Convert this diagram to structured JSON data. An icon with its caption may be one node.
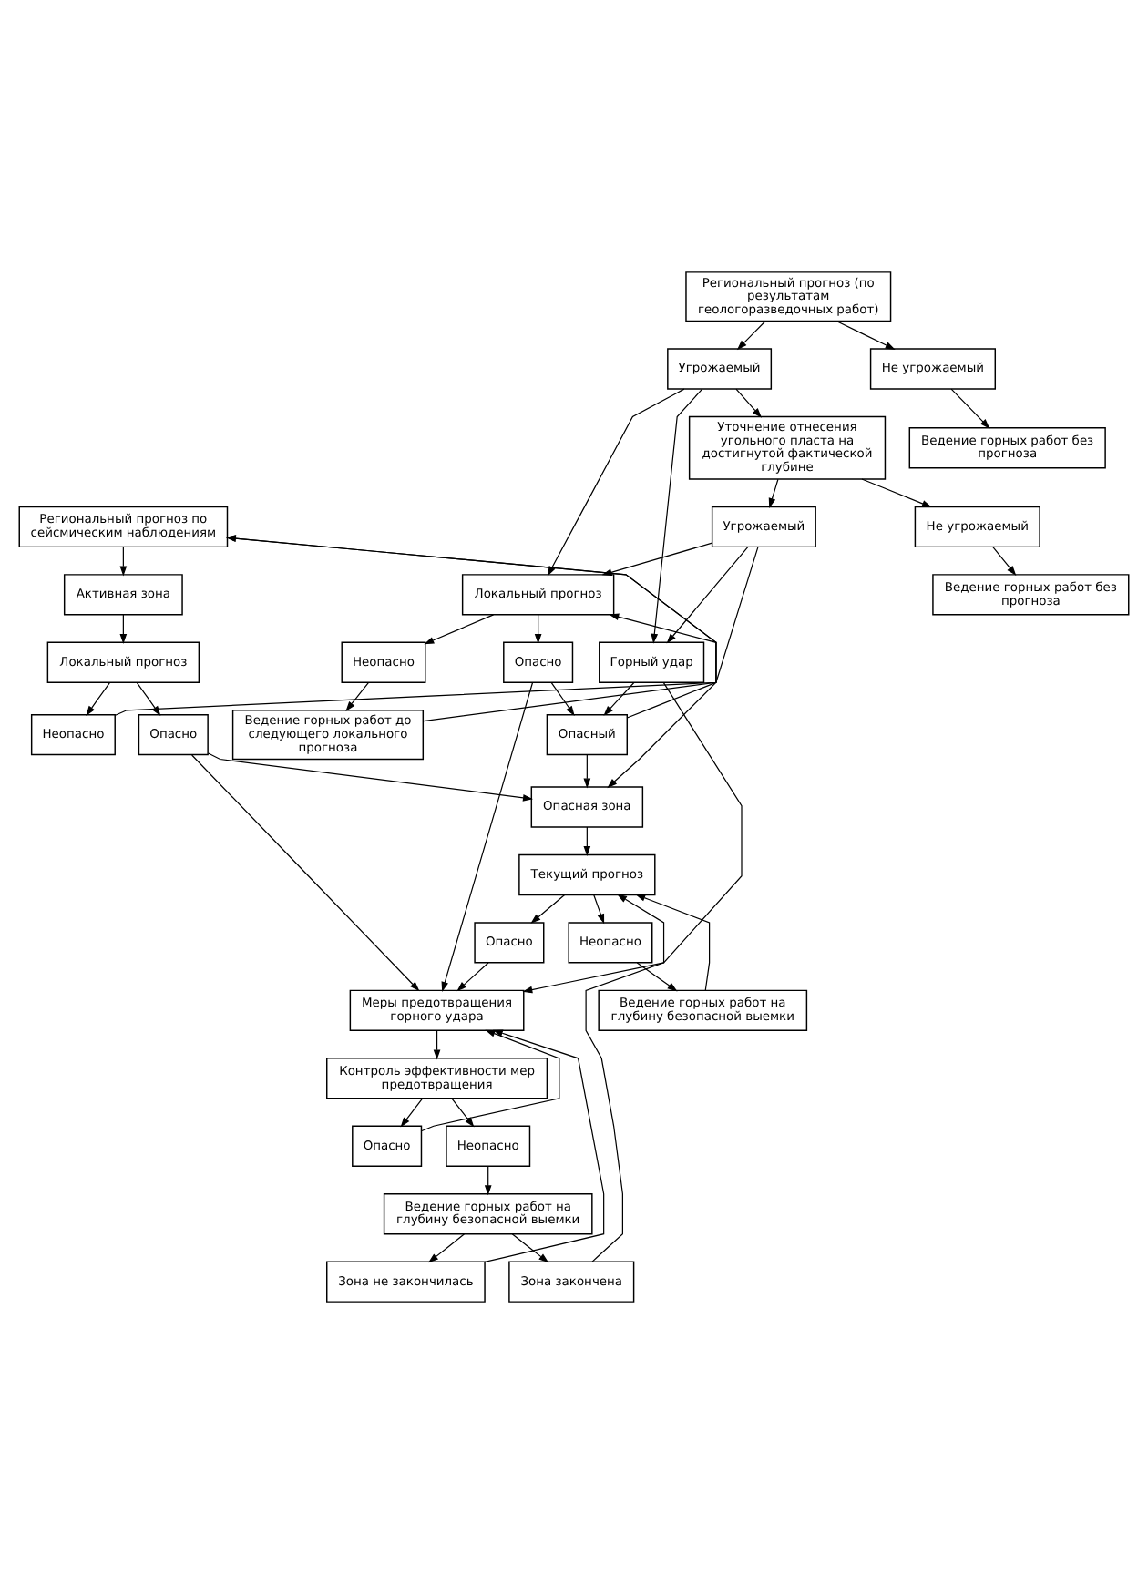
{
  "diagram": {
    "nodes": [
      {
        "text": [
          "Региональный прогноз (по результатам геологоразведочных работ)"
        ]
      },
      {
        "text": [
          "Угрожаемый"
        ]
      },
      {
        "text": [
          "Уточнение отнесения угольного пласта на достигнутой фактической глубине"
        ]
      },
      {
        "text": [
          "Не угрожаемый"
        ]
      },
      {
        "text": [
          "Ведение горных работ без прогноза"
        ]
      },
      {
        "text": [
          "Угрожаемый"
        ]
      },
      {
        "text": [
          "Не угрожаемый"
        ]
      },
      {
        "text": [
          "Горный удар"
        ]
      },
      {
        "text": [
          "Локальный прогноз"
        ]
      },
      {
        "text": [
          "Ведение горных работ без прогноза"
        ]
      },
      {
        "text": [
          "Опасно"
        ]
      },
      {
        "text": [
          "Неопасно"
        ]
      },
      {
        "text": [
          "Региональный прогноз по сейсмическим наблюдениям"
        ]
      },
      {
        "text": [
          "Опасный"
        ]
      },
      {
        "text": [
          "Ведение горных работ до следующего локального прогноза"
        ]
      },
      {
        "text": [
          "Активная зона"
        ]
      },
      {
        "text": [
          "Локальный прогноз"
        ]
      },
      {
        "text": [
          "Опасно"
        ]
      },
      {
        "text": [
          "Неопасно"
        ]
      },
      {
        "text": [
          "Опасная зона"
        ]
      },
      {
        "text": [
          "Текущий прогноз"
        ]
      },
      {
        "text": [
          "Опасно"
        ]
      },
      {
        "text": [
          "Неопасно"
        ]
      },
      {
        "text": [
          "Ведение горных работ на глубину безопасной выемки"
        ]
      },
      {
        "text": [
          "Меры предотвращения горного удара"
        ]
      },
      {
        "text": [
          "Контроль эффективности мер предотвращения"
        ]
      },
      {
        "text": [
          "Опасно"
        ]
      },
      {
        "text": [
          "Неопасно"
        ]
      },
      {
        "text": [
          "Ведение горных работ на глубину безопасной выемки"
        ]
      },
      {
        "text": [
          "Зона не закончилась"
        ]
      },
      {
        "text": [
          "Зона закончена"
        ]
      }
    ],
    "edges": [
      {
        "from": 0,
        "to": 1,
        "arrow": "to"
      },
      {
        "from": 0,
        "to": 3,
        "arrow": "to"
      },
      {
        "from": 1,
        "to": 2,
        "arrow": "to"
      },
      {
        "from": 3,
        "to": 4,
        "arrow": "to"
      },
      {
        "from": 2,
        "to": 5,
        "arrow": "to"
      },
      {
        "from": 2,
        "to": 6,
        "arrow": "to"
      },
      {
        "from": 1,
        "to": 7,
        "arrow": "to"
      },
      {
        "from": 1,
        "to": 8,
        "arrow": "to"
      },
      {
        "from": 5,
        "to": 7,
        "arrow": "to"
      },
      {
        "from": 5,
        "to": 8,
        "arrow": "to"
      },
      {
        "from": 5,
        "to": 19,
        "arrow": "to"
      },
      {
        "from": 6,
        "to": 9,
        "arrow": "to"
      },
      {
        "from": 7,
        "to": 24,
        "arrow": "to"
      },
      {
        "from": 7,
        "to": 13,
        "arrow": "to"
      },
      {
        "from": 8,
        "to": 10,
        "arrow": "to"
      },
      {
        "from": 8,
        "to": 11,
        "arrow": "to"
      },
      {
        "from": 10,
        "to": 24,
        "arrow": "to"
      },
      {
        "from": 10,
        "to": 13,
        "arrow": "to"
      },
      {
        "from": 11,
        "to": 14,
        "arrow": "to"
      },
      {
        "from": 14,
        "to": 8,
        "arrow": "to"
      },
      {
        "from": 13,
        "to": 12,
        "arrow": "to"
      },
      {
        "from": 13,
        "to": 19,
        "arrow": "to"
      },
      {
        "from": 12,
        "to": 15,
        "arrow": "to"
      },
      {
        "from": 15,
        "to": 16,
        "arrow": "to"
      },
      {
        "from": 16,
        "to": 17,
        "arrow": "to"
      },
      {
        "from": 16,
        "to": 18,
        "arrow": "to"
      },
      {
        "from": 17,
        "to": 19,
        "arrow": "to"
      },
      {
        "from": 17,
        "to": 24,
        "arrow": "to"
      },
      {
        "from": 18,
        "to": 12,
        "arrow": "to"
      },
      {
        "from": 19,
        "to": 20,
        "arrow": "to"
      },
      {
        "from": 20,
        "to": 21,
        "arrow": "to"
      },
      {
        "from": 20,
        "to": 22,
        "arrow": "to"
      },
      {
        "from": 22,
        "to": 23,
        "arrow": "to"
      },
      {
        "from": 23,
        "to": 20,
        "arrow": "to"
      },
      {
        "from": 21,
        "to": 24,
        "arrow": "to"
      },
      {
        "from": 24,
        "to": 25,
        "arrow": "to"
      },
      {
        "from": 25,
        "to": 26,
        "arrow": "to"
      },
      {
        "from": 25,
        "to": 27,
        "arrow": "to"
      },
      {
        "from": 26,
        "to": 24,
        "arrow": "to"
      },
      {
        "from": 27,
        "to": 28,
        "arrow": "to"
      },
      {
        "from": 28,
        "to": 29,
        "arrow": "to"
      },
      {
        "from": 28,
        "to": 30,
        "arrow": "to"
      },
      {
        "from": 29,
        "to": 24,
        "arrow": "to"
      },
      {
        "from": 30,
        "to": 20,
        "arrow": "to"
      }
    ]
  }
}
